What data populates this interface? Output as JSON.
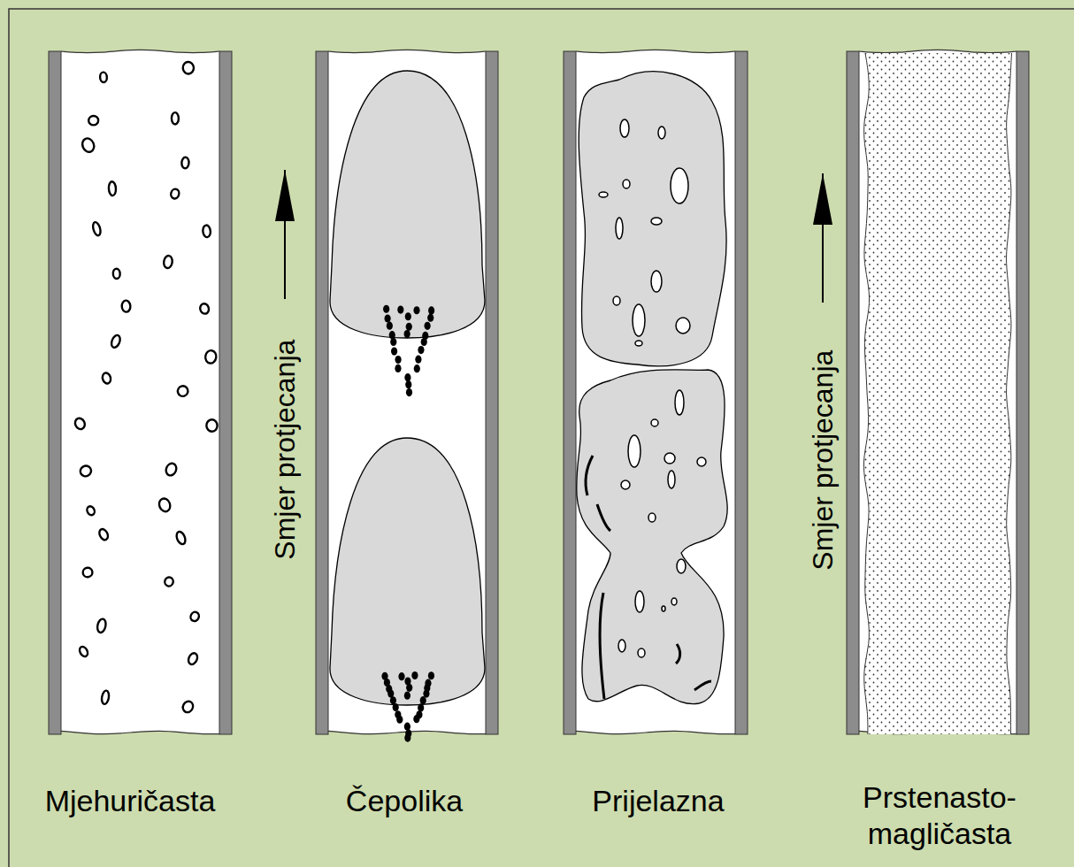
{
  "diagram": {
    "labels": [
      "Mjehuričasta",
      "Čepolika",
      "Prijelazna",
      "Prstenasto-magličasta",
      "Smjer protjecanja",
      "Smjer protjecanja"
    ]
  }
}
